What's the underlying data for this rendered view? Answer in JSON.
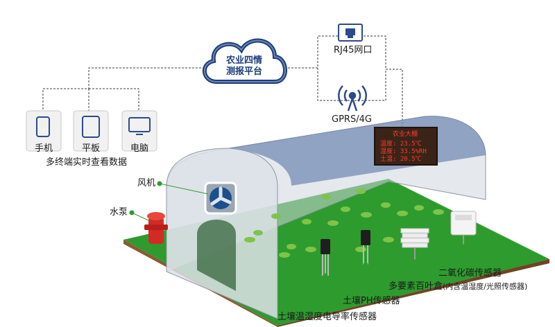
{
  "cloud": {
    "line1": "农业四情",
    "line2": "测报平台"
  },
  "network": {
    "rj45_label": "RJ45网口",
    "gprs_label": "GPRS/4G"
  },
  "terminals": {
    "phone_label": "手机",
    "tablet_label": "平板",
    "computer_label": "电脑",
    "caption": "多终端实时查看数据"
  },
  "display_board": {
    "title": "农业大棚",
    "row1": "温度: 23.5℃",
    "row2": "湿度: 33.5%RH",
    "row3": "土温: 20.5℃"
  },
  "equipment": {
    "fan_label": "风机",
    "pump_label": "水泵",
    "co2_label": "二氧化碳传感器",
    "louver_label": "多要素百叶盒",
    "louver_note": "(内含温湿度/光照传感器)",
    "ph_label": "土壤PH传感器",
    "soil_label": "土壤温湿度电导率传感器"
  },
  "colors": {
    "line": "#3a3a3a",
    "cloud_blue": "#1b3d7a",
    "grass": "#2e9b2e",
    "soil": "#8a5a32",
    "pump_red": "#d42a24",
    "board_bg": "#3a2418",
    "board_text": "#ff3b2b"
  }
}
